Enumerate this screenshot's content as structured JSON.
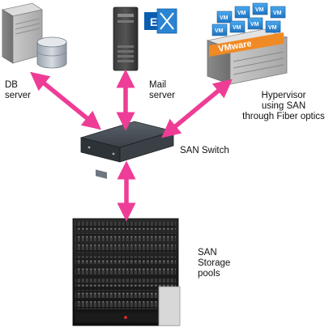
{
  "nodes": {
    "db_server": {
      "label_lines": [
        "DB",
        "server"
      ]
    },
    "mail_server": {
      "label_lines": [
        "Mail",
        "server"
      ],
      "badge_text": "E"
    },
    "hypervisor": {
      "label_lines": [
        "Hypervisor",
        "using SAN",
        "through Fiber optics"
      ],
      "vm_tag": "VM",
      "brand_text": "VMware"
    },
    "san_switch": {
      "label": "SAN Switch"
    },
    "san_storage": {
      "label_lines": [
        "SAN",
        "Storage",
        "pools"
      ]
    }
  },
  "colors": {
    "arrow": "#ee3d96",
    "vm_blue": "#2f8fd8",
    "vmware_orange": "#f08a24",
    "exchange_blue": "#0a5eb0"
  }
}
